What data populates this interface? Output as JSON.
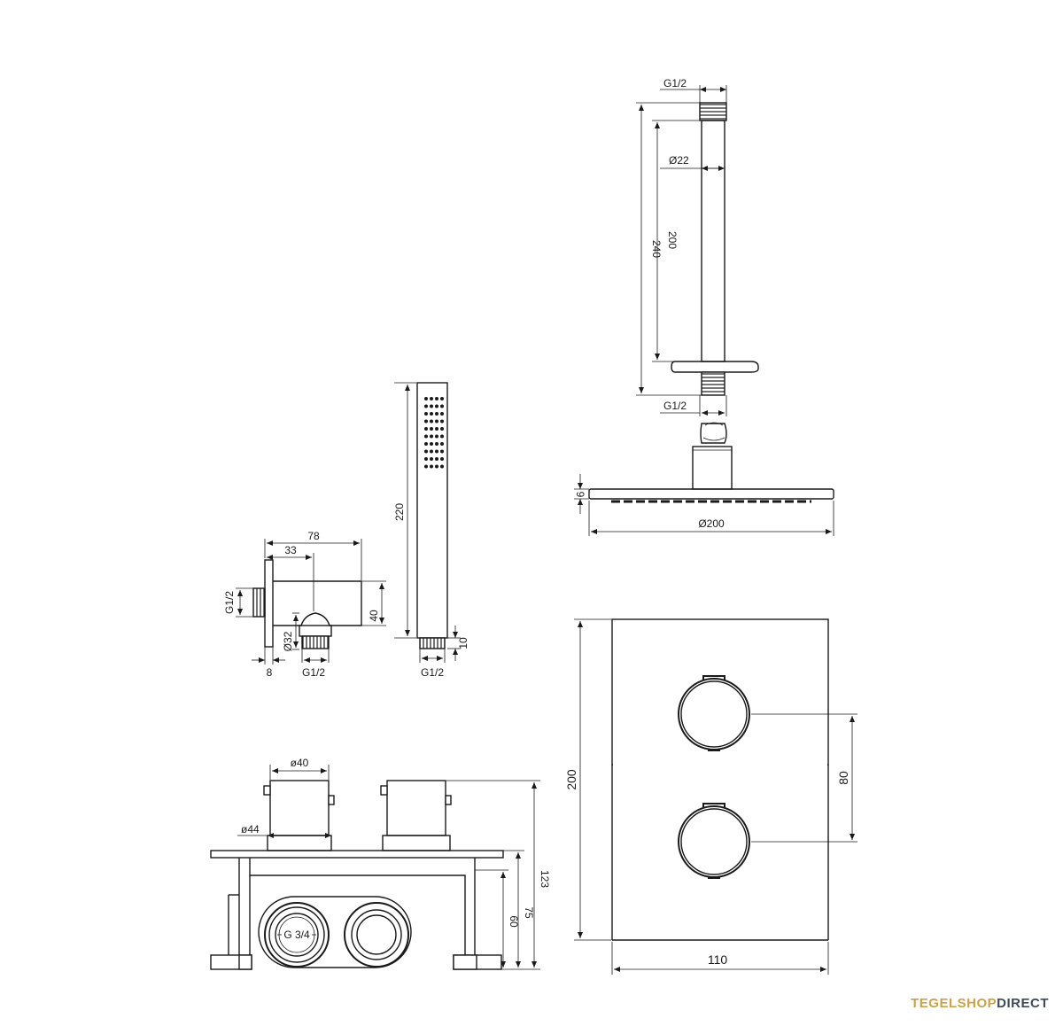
{
  "dimensions": {
    "ceiling_arm": {
      "thread_top": "G1/2",
      "diameter": "Ø22",
      "length_inner": "200",
      "length_total": "240",
      "thread_bottom": "G1/2"
    },
    "shower_head": {
      "thickness": "9",
      "diameter": "Ø200"
    },
    "hand_shower": {
      "length": "220",
      "end_length": "10",
      "thread": "G1/2"
    },
    "wall_outlet": {
      "width_total": "78",
      "offset": "33",
      "height": "40",
      "thread_back": "G1/2",
      "diameter": "Ø32",
      "flange": "8",
      "thread_bottom": "G1/2"
    },
    "thermostat_body": {
      "knob_diameter": "ø40",
      "base_diameter": "ø44",
      "depth_total": "123",
      "depth_mid": "75",
      "depth_box": "60",
      "inlet_thread": "G 3/4"
    },
    "front_plate": {
      "height": "200",
      "width": "110",
      "knob_spacing": "80"
    }
  },
  "brand": {
    "part1": "TEGELSHOP",
    "part2": "DIRECT",
    "color1": "#c9a24a",
    "color2": "#3c4a5a"
  }
}
